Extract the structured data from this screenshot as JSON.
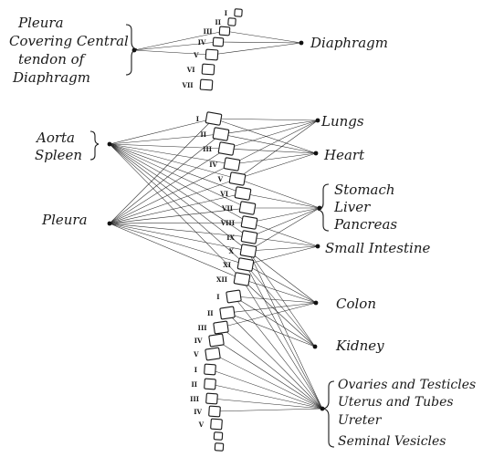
{
  "left_labels": {
    "pleura_top": [
      "Pleura",
      "Covering Central",
      "tendon of",
      "Diaphragm"
    ],
    "aorta_spleen": [
      "Aorta",
      "Spleen"
    ],
    "pleura": "Pleura"
  },
  "right_labels": {
    "diaphragm": "Diaphragm",
    "lungs": "Lungs",
    "heart": "Heart",
    "abdominal": [
      "Stomach",
      "Liver",
      "Pancreas"
    ],
    "small_intestine": "Small Intestine",
    "colon": "Colon",
    "kidney": "Kidney",
    "pelvic": [
      "Ovaries and Testicles",
      "Uterus and Tubes",
      "Ureter",
      "Seminal Vesicles"
    ]
  },
  "spine": {
    "cervical": [
      "I",
      "II",
      "III",
      "IV",
      "V",
      "VI",
      "VII"
    ],
    "thoracic": [
      "I",
      "II",
      "III",
      "IV",
      "V",
      "VI",
      "VII",
      "VIII",
      "IX",
      "X",
      "XI",
      "XII"
    ],
    "lumbar": [
      "I",
      "II",
      "III",
      "IV",
      "V"
    ],
    "sacral": [
      "I",
      "II",
      "III",
      "IV",
      "V"
    ]
  }
}
